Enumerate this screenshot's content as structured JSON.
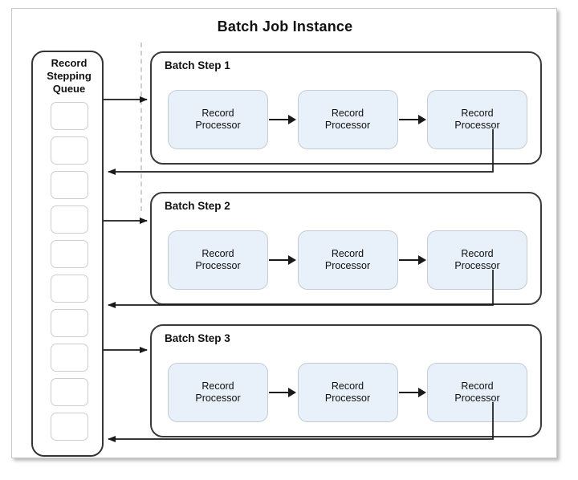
{
  "diagram": {
    "title": "Batch Job Instance",
    "type": "flow-diagram"
  },
  "queue": {
    "title_lines": [
      "Record",
      "Stepping",
      "Queue"
    ],
    "title": "Record Stepping Queue",
    "slot_count": 10,
    "slots": [
      "",
      "",
      "",
      "",
      "",
      "",
      "",
      "",
      "",
      ""
    ]
  },
  "steps": [
    {
      "label": "Batch Step 1",
      "processors": [
        {
          "line1": "Record",
          "line2": "Processor"
        },
        {
          "line1": "Record",
          "line2": "Processor"
        },
        {
          "line1": "Record",
          "line2": "Processor"
        }
      ]
    },
    {
      "label": "Batch Step 2",
      "processors": [
        {
          "line1": "Record",
          "line2": "Processor"
        },
        {
          "line1": "Record",
          "line2": "Processor"
        },
        {
          "line1": "Record",
          "line2": "Processor"
        }
      ]
    },
    {
      "label": "Batch Step 3",
      "processors": [
        {
          "line1": "Record",
          "line2": "Processor"
        },
        {
          "line1": "Record",
          "line2": "Processor"
        },
        {
          "line1": "Record",
          "line2": "Processor"
        }
      ]
    }
  ],
  "colors": {
    "processor_fill": "#e8f0f9",
    "processor_border": "#c3ccd6",
    "container_border": "#3a3a3a",
    "connector": "#1a1a1a",
    "divider_dashed": "#cfcfcf",
    "frame_border": "#c9c9c9",
    "text": "#111111",
    "background": "#ffffff"
  },
  "connectors": {
    "feed_arrows": [
      "queue-to-step-1",
      "queue-to-step-2",
      "queue-to-step-3"
    ],
    "return_arrows": [
      "step-1-to-queue",
      "step-2-to-queue",
      "step-3-to-queue"
    ],
    "inter_processor_arrows": 6
  }
}
